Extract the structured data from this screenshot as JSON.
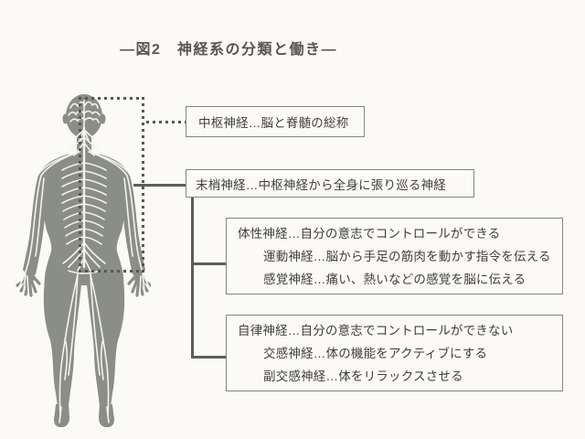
{
  "title": "―図2　神経系の分類と働き―",
  "boxes": {
    "central": {
      "text": "中枢神経…脳と脊髄の総称"
    },
    "peripheral": {
      "text": "末梢神経…中枢神経から全身に張り巡る神経"
    },
    "somatic": {
      "heading": "体性神経…自分の意志でコントロールができる",
      "sub1": "運動神経…脳から手足の筋肉を動かす指令を伝える",
      "sub2": "感覚神経…痛い、熱いなどの感覚を脳に伝える"
    },
    "autonomic": {
      "heading": "自律神経…自分の意志でコントロールができない",
      "sub1": "交感神経…体の機能をアクティブにする",
      "sub2": "副交感神経…体をリラックスさせる"
    }
  },
  "figure": {
    "icon": "human-body-nervous-system-illustration"
  },
  "colors": {
    "background": "#fbfaf7",
    "body_gray": "#8a8e85",
    "nerve_white": "#f3f3ee",
    "line_dark": "#5c5f58",
    "dot_dark": "#55584f",
    "box_border": "#83867e",
    "text": "#403f3a"
  }
}
